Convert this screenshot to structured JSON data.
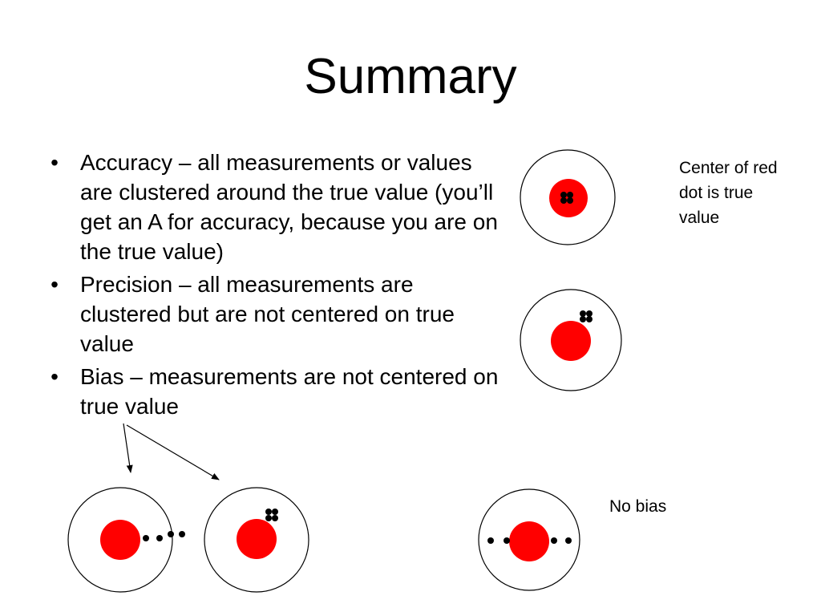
{
  "slide": {
    "title": "Summary"
  },
  "bullets": [
    {
      "text": "Accuracy – all measurements or values are clustered around the true value (you’ll get an A for accuracy, because you are on the true value)"
    },
    {
      "text": "Precision – all measurements are clustered but are not centered on true value"
    },
    {
      "text": "Bias – measurements are not centered on true value"
    }
  ],
  "notes": {
    "center_note": "Center of red dot is true value",
    "no_bias": "No bias"
  },
  "colors": {
    "true_value_dot": "#ff0000",
    "measurement_dot": "#000000",
    "target_outline": "#000000"
  }
}
